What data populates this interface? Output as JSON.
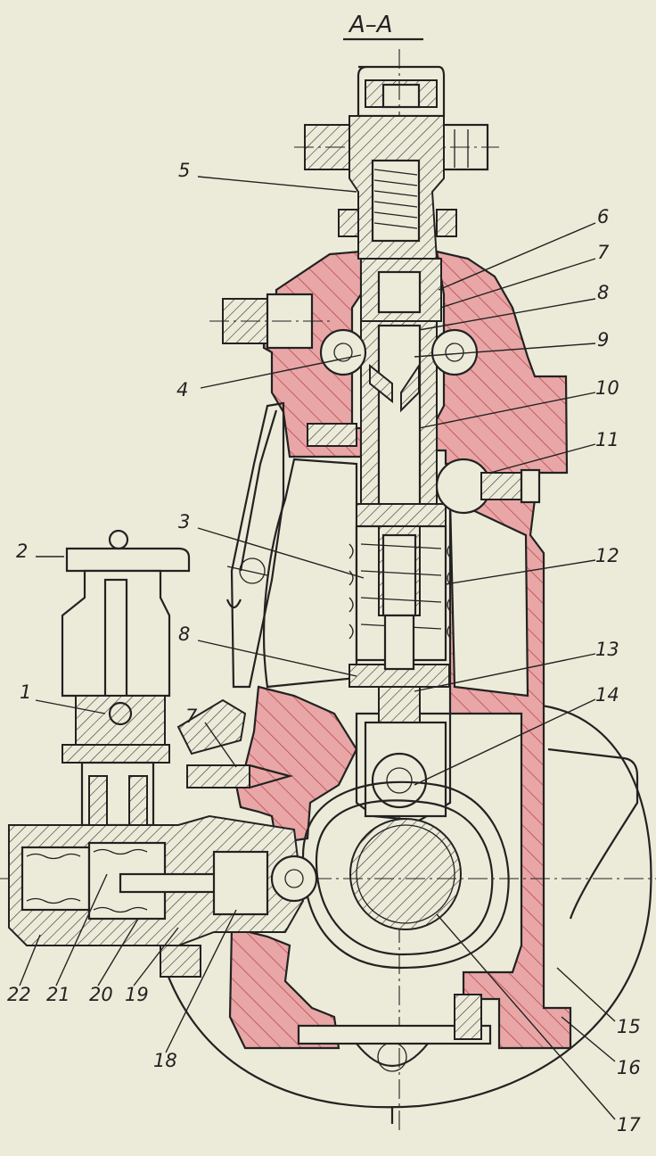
{
  "title": "А–А",
  "callouts": {
    "n1": "1",
    "n2": "2",
    "n3": "3",
    "n4": "4",
    "n5": "5",
    "n6": "6",
    "n7_right": "7",
    "n7_left": "7",
    "n8_right": "8",
    "n8_left": "8",
    "n9": "9",
    "n10": "10",
    "n11": "11",
    "n12": "12",
    "n13": "13",
    "n14": "14",
    "n15": "15",
    "n16": "16",
    "n17": "17",
    "n18": "18",
    "n19": "19",
    "n20": "20",
    "n21": "21",
    "n22": "22"
  },
  "colors": {
    "housing_section": "#e9a6a6",
    "hatch_line": "#b84a52",
    "ink": "#222222",
    "paper": "#ecebd9"
  }
}
